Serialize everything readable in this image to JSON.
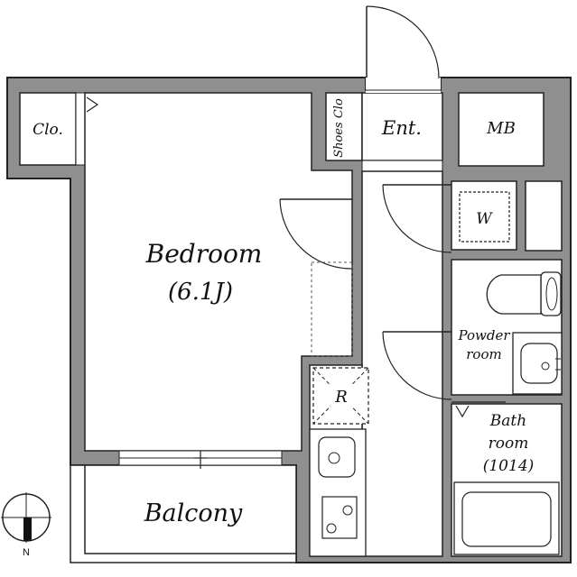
{
  "floorplan": {
    "rooms": {
      "closet": "Clo.",
      "shoes_closet": "Shoes Clo",
      "entrance": "Ent.",
      "meter_box": "MB",
      "bedroom_name": "Bedroom",
      "bedroom_size": "(6.1J)",
      "washer": "W",
      "powder_line1": "Powder",
      "powder_line2": "room",
      "refrigerator": "R",
      "bath_line1": "Bath",
      "bath_line2": "room",
      "bath_size": "(1014)",
      "balcony": "Balcony"
    },
    "compass": {
      "north_label": "N"
    }
  }
}
